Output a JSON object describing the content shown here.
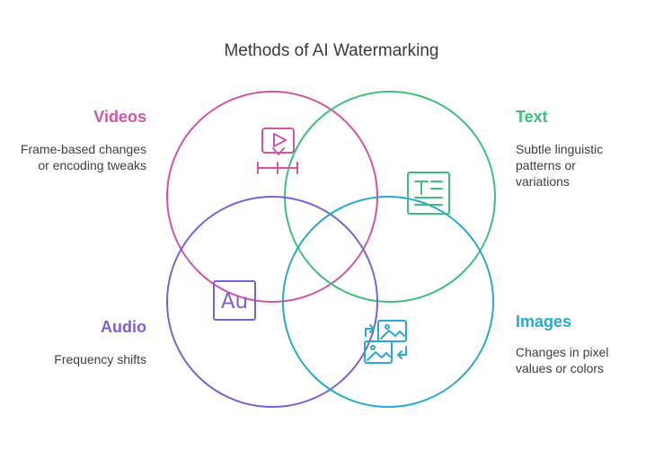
{
  "title": "Methods of AI Watermarking",
  "colors": {
    "videos": "#d055a6",
    "text": "#3fbf7d",
    "audio": "#7f5fd6",
    "images": "#29a9d1"
  },
  "methods": {
    "videos": {
      "title": "Videos",
      "description": "Frame-based changes or encoding tweaks",
      "icon": "video-play-icon"
    },
    "text": {
      "title": "Text",
      "description": "Subtle linguistic patterns or variations",
      "icon": "text-document-icon"
    },
    "audio": {
      "title": "Audio",
      "description": "Frequency shifts",
      "icon": "audio-au-icon",
      "icon_label": "Au"
    },
    "images": {
      "title": "Images",
      "description": "Changes in pixel values or colors",
      "icon": "image-swap-icon"
    }
  }
}
